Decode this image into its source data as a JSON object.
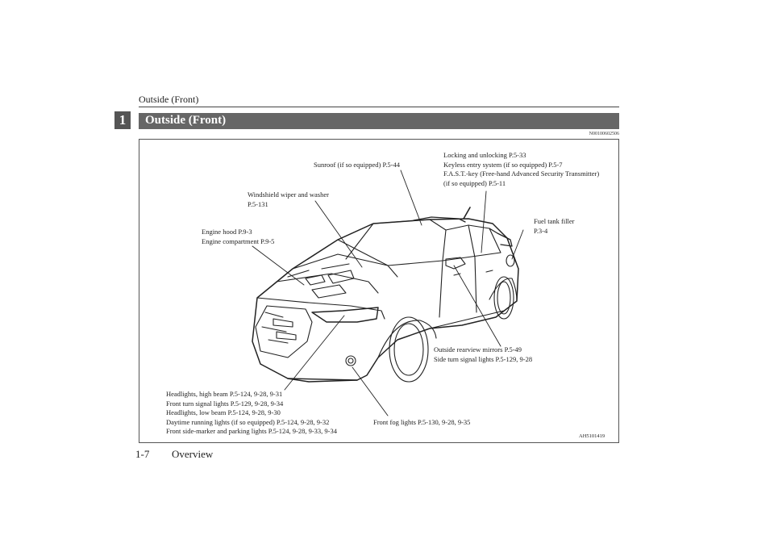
{
  "header": {
    "running_title": "Outside (Front)"
  },
  "chapter_tab": "1",
  "section": {
    "title": "Outside (Front)",
    "ref_code": "N00100602506"
  },
  "figure": {
    "code": "AH5101419",
    "callouts": {
      "sunroof": [
        "Sunroof (if so equipped) P.5-44"
      ],
      "locking": [
        "Locking and unlocking P.5-33",
        "Keyless entry system (if so equipped) P.5-7",
        "F.A.S.T.-key (Free-hand Advanced Security Transmitter)",
        "(if so equipped) P.5-11"
      ],
      "wiper": [
        "Windshield wiper and washer",
        "P.5-131"
      ],
      "fuel": [
        "Fuel tank filler",
        "P.3-4"
      ],
      "hood": [
        "Engine hood P.9-3",
        "Engine compartment P.9-5"
      ],
      "mirrors": [
        "Outside rearview mirrors P.5-49",
        "Side turn signal lights P.5-129, 9-28"
      ],
      "headlights": [
        "Headlights, high beam P.5-124, 9-28, 9-31",
        "Front turn signal lights P.5-129, 9-28, 9-34",
        "Headlights, low beam P.5-124, 9-28, 9-30",
        "Daytime running lights (if so equipped) P.5-124, 9-28, 9-32",
        "Front side-marker and parking lights P.5-124, 9-28, 9-33, 9-34"
      ],
      "fog": [
        "Front fog lights P.5-130, 9-28, 9-35"
      ]
    }
  },
  "footer": {
    "page_number": "1-7",
    "section_name": "Overview"
  }
}
